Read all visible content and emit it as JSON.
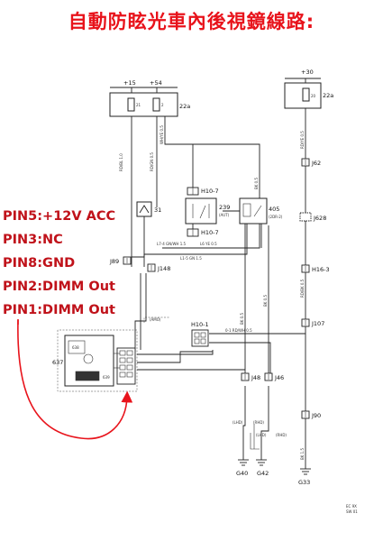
{
  "title": "自動防眩光車內後視鏡線路:",
  "pins": [
    "PIN5:+12V ACC",
    "PIN3:NC",
    "PIN8:GND",
    "PIN2:DIMM Out",
    "PIN1:DIMM Out"
  ],
  "fuse_box_left": {
    "terminal_left": "+15",
    "terminal_right": "+54",
    "ref": "22a",
    "fuse_a": "21",
    "fuse_b": "2"
  },
  "fuse_box_right": {
    "terminal": "+30",
    "ref": "22a",
    "fuse": "20"
  },
  "components": {
    "switch_31": "31",
    "relay_239": "239",
    "relay_239_note": "(AUT)",
    "relay_405": "405",
    "relay_405_note": "(2DR-2)",
    "mirror_637": "637",
    "mirror_part_a": "638",
    "mirror_part_b": "639",
    "amo_tag": "(AMO)"
  },
  "connectors": {
    "h10_7_top": "H10-7",
    "h10_7_bottom": "H10-7",
    "h10_1": "H10-1",
    "h16_3": "H16-3",
    "j62": "J62",
    "j628": "J628",
    "j107": "J107",
    "j89": "J89",
    "j148": "J148",
    "j48": "J48",
    "j46": "J46",
    "j90": "J90"
  },
  "grounds": {
    "g40": "G40",
    "g42": "G42",
    "g33": "G33"
  },
  "ground_tags": [
    "(LHD)",
    "(RHD)",
    "(LHD)",
    "(RHD)"
  ],
  "wire_labels": [
    "L7-4 GN/WH 1.5",
    "L6 YE 0.5",
    "L1-5 GN 1.5",
    "0-1 RD/WH 0.5"
  ],
  "red_arrow_color": "#e8131b"
}
